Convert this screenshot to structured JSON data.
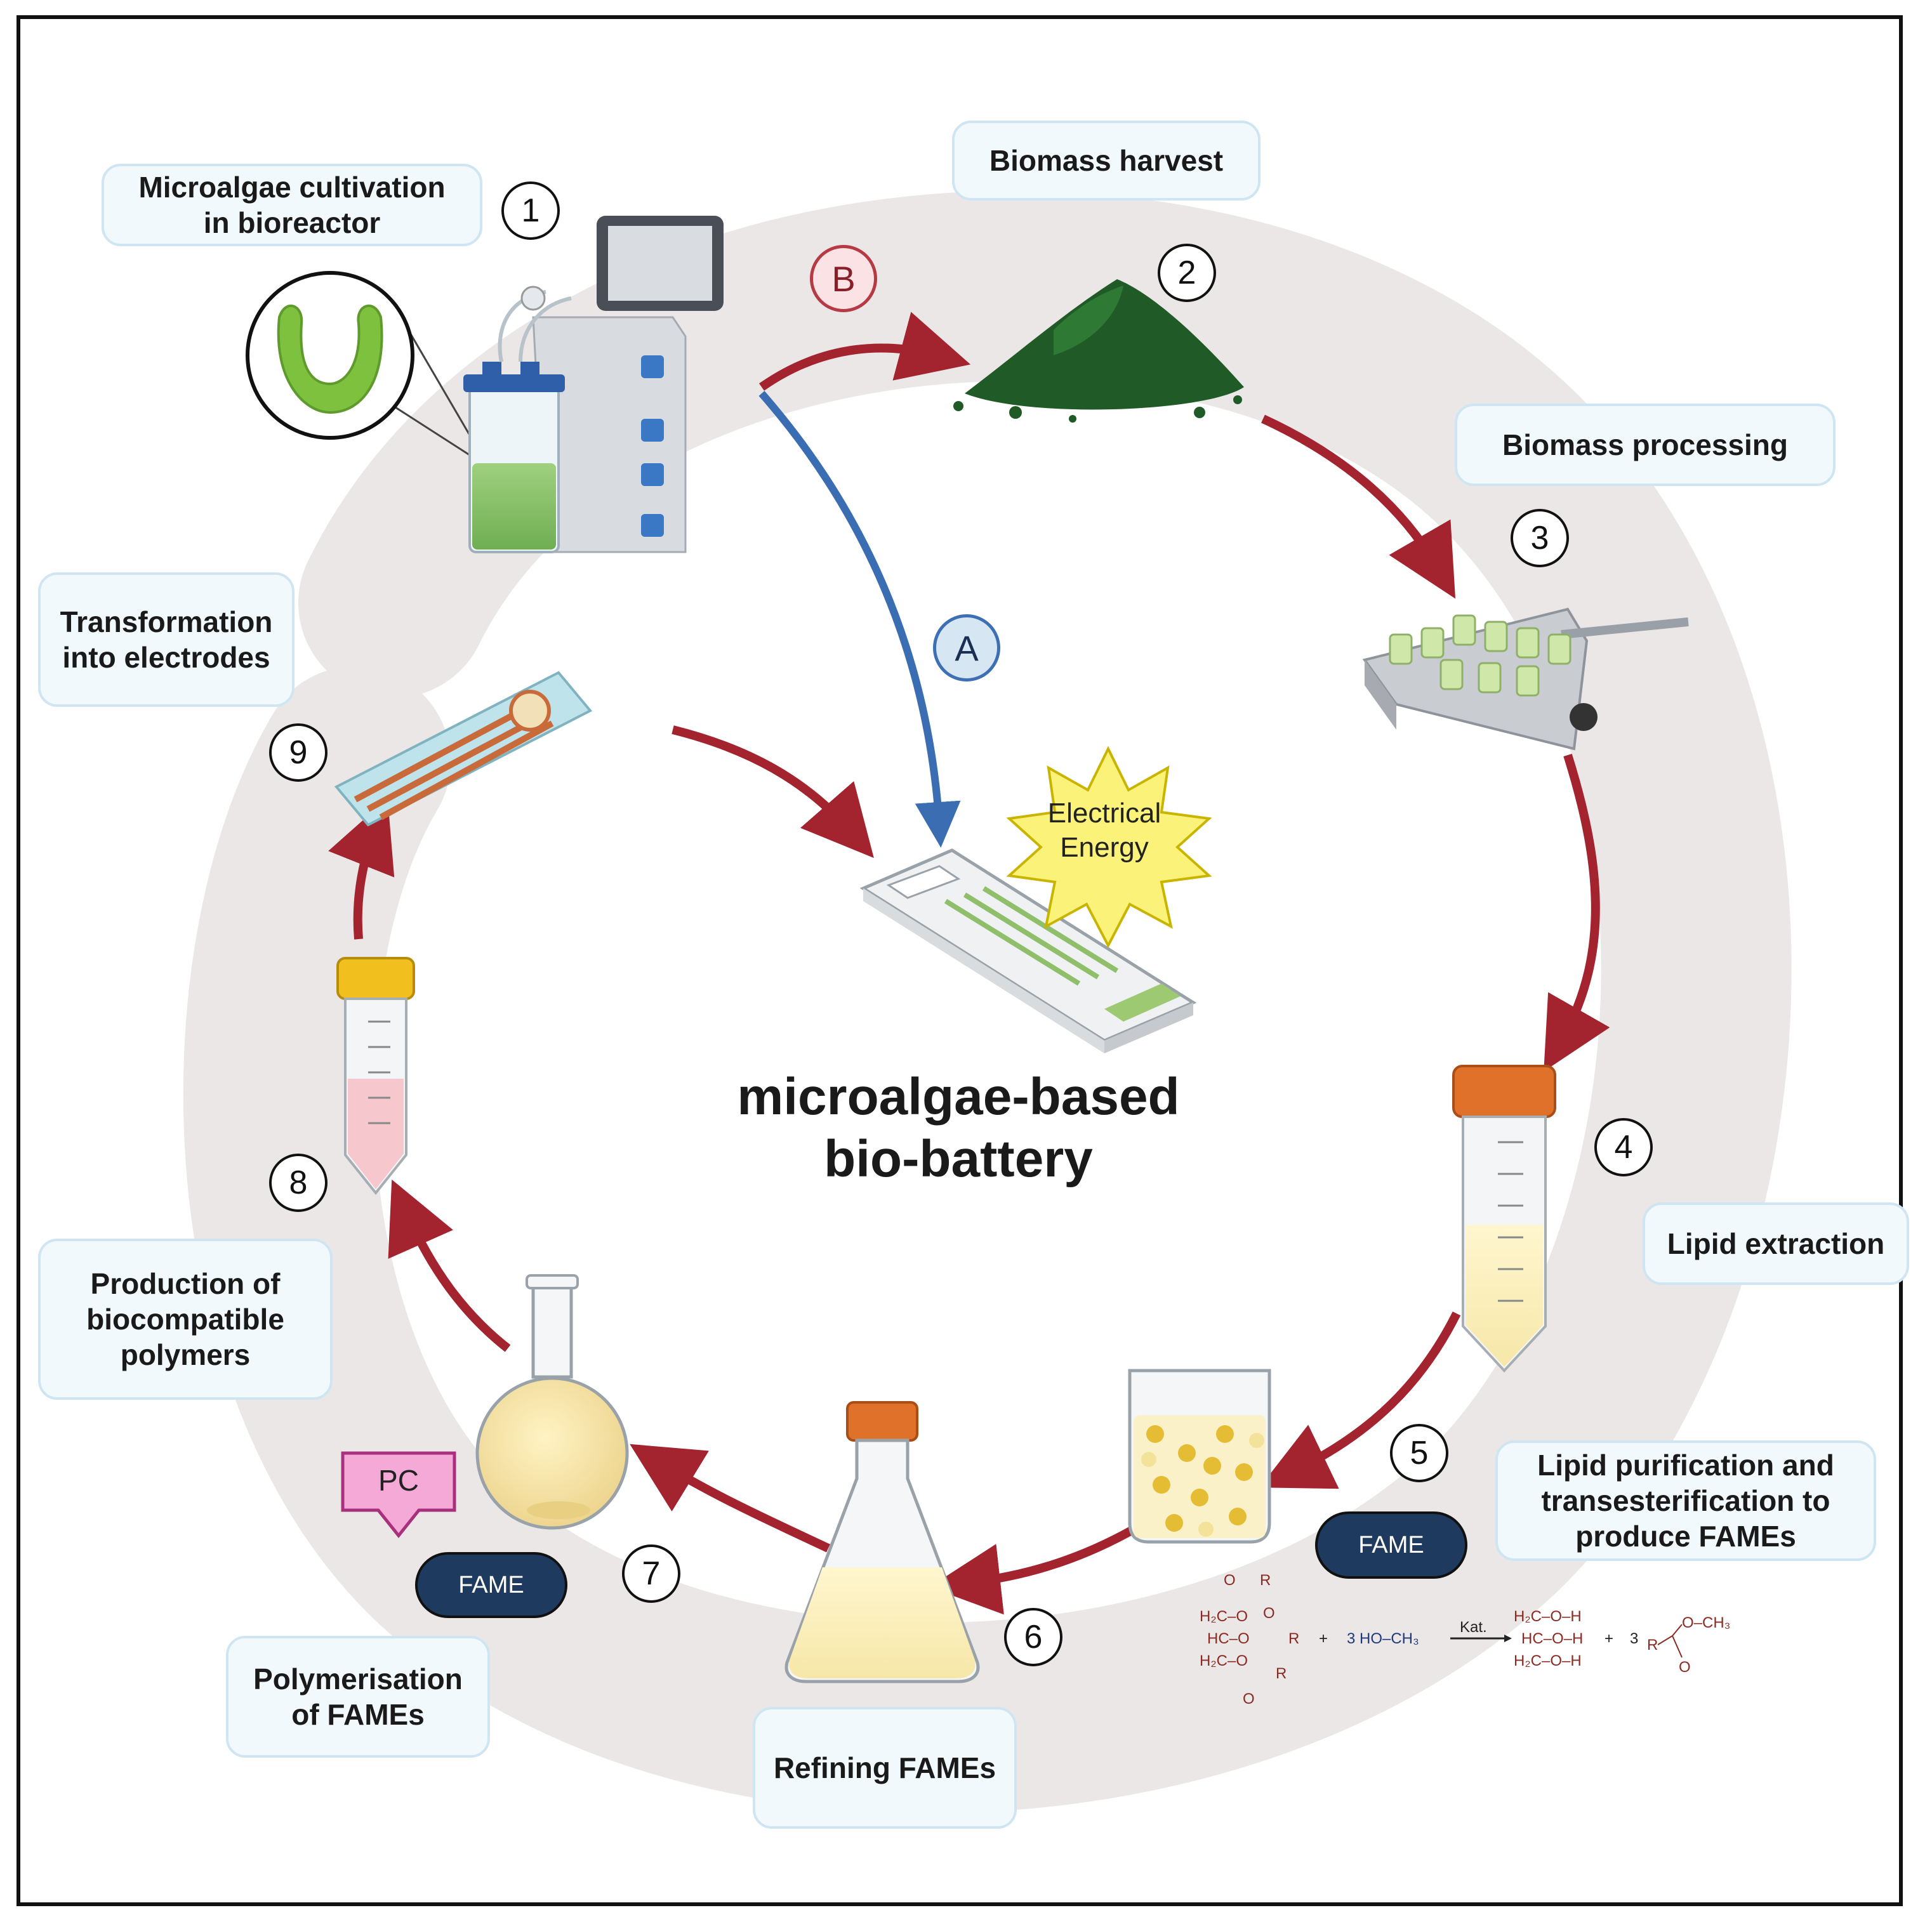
{
  "diagram": {
    "center_title": "microalgae-based\nbio-battery",
    "energy_label": "Electrical\nEnergy",
    "routes": [
      {
        "id": "A",
        "color": "#d6e7f3",
        "border": "#3d6fb4",
        "text_color": "#1b2f55"
      },
      {
        "id": "B",
        "color": "#fbe3e5",
        "border": "#b53a44",
        "text_color": "#8a1f2a"
      }
    ],
    "steps": [
      {
        "num": "1",
        "label": "Microalgae cultivation\nin bioreactor"
      },
      {
        "num": "2",
        "label": "Biomass harvest"
      },
      {
        "num": "3",
        "label": "Biomass processing"
      },
      {
        "num": "4",
        "label": "Lipid extraction"
      },
      {
        "num": "5",
        "label": "Lipid purification and\ntransesterification to\nproduce FAMEs"
      },
      {
        "num": "6",
        "label": "Refining FAMEs"
      },
      {
        "num": "7",
        "label": "Polymerisation\nof FAMEs"
      },
      {
        "num": "8",
        "label": "Production of\nbiocompatible\npolymers"
      },
      {
        "num": "9",
        "label": "Transformation\ninto electrodes"
      }
    ],
    "tags": {
      "fame": "FAME",
      "pc": "PC"
    },
    "reaction": {
      "tg_top": "H₂C–O",
      "tg_mid": "HC–O",
      "tg_bot": "H₂C–O",
      "r": "R",
      "o": "O",
      "plus": "+",
      "methanol_coef": "3",
      "methanol": "HO–CH₃",
      "catalyst": "Kat.",
      "gly_top": "H₂C–O–H",
      "gly_mid": "HC–O–H",
      "gly_bot": "H₂C–O–H",
      "ester_coef": "3",
      "ester_och3": "O–CH₃"
    },
    "colors": {
      "ring": "#ebe7e7",
      "arrow_red": "#a3242f",
      "arrow_blue": "#3b6db3",
      "algae": "#7ec13e",
      "biomass": "#1f5a27",
      "chem_red": "#8a2a22",
      "chem_blue": "#1f3a7a"
    }
  }
}
